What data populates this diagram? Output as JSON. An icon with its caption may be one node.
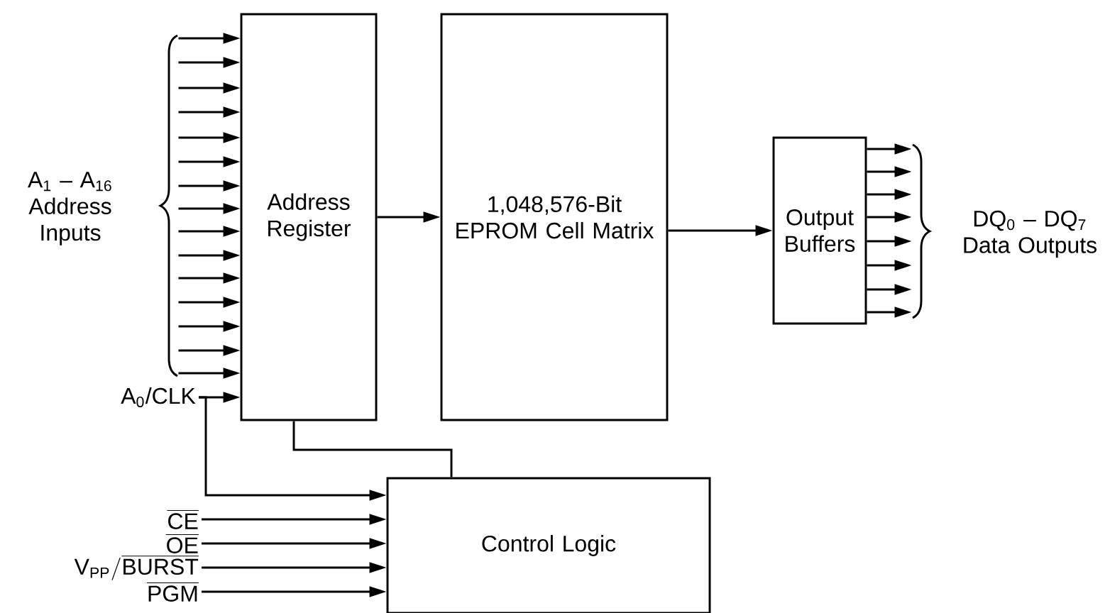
{
  "diagram": {
    "nodes": [
      {
        "text": [
          "Address Register"
        ]
      },
      {
        "text": [
          "1,048,576-Bit EPROM Cell Matrix"
        ]
      },
      {
        "text": [
          "Output Buffers"
        ]
      },
      {
        "text": [
          "Control Logic"
        ]
      },
      {
        "text": [
          "A$_{0}$/CLK"
        ]
      },
      {
        "text": [
          "\\overline{\\mathrm{CE}}"
        ]
      },
      {
        "text": [
          "\\overline{\\mathrm{OE}}"
        ]
      },
      {
        "text": [
          "\\mathrm{V_{PP}/\\overline{BURST}}"
        ]
      },
      {
        "text": [
          "\\overline{\\mathrm{PGM}}"
        ]
      },
      {
        "text": [
          "A$_{1}$ – A$_{16}$ Address Inputs"
        ]
      },
      {
        "text": [
          "DQ$_{0}$ – DQ$_{7}$ Data Outputs"
        ]
      }
    ],
    "edges": [
      {
        "from": 0,
        "to": 1,
        "arrow": "to"
      },
      {
        "from": 1,
        "to": 2,
        "arrow": "to"
      },
      {
        "from": 0,
        "to": 3,
        "arrow": "none"
      },
      {
        "from": 4,
        "to": 0,
        "arrow": "to"
      },
      {
        "from": 4,
        "to": 3,
        "arrow": "to"
      },
      {
        "from": 5,
        "to": 3,
        "arrow": "to"
      },
      {
        "from": 6,
        "to": 3,
        "arrow": "to"
      },
      {
        "from": 7,
        "to": 3,
        "arrow": "to"
      },
      {
        "from": 8,
        "to": 3,
        "arrow": "to"
      },
      {
        "from": 9,
        "to": 0,
        "arrow": "to"
      },
      {
        "from": 9,
        "to": 0,
        "arrow": "to"
      },
      {
        "from": 9,
        "to": 0,
        "arrow": "to"
      },
      {
        "from": 9,
        "to": 0,
        "arrow": "to"
      },
      {
        "from": 9,
        "to": 0,
        "arrow": "to"
      },
      {
        "from": 9,
        "to": 0,
        "arrow": "to"
      },
      {
        "from": 9,
        "to": 0,
        "arrow": "to"
      },
      {
        "from": 9,
        "to": 0,
        "arrow": "to"
      },
      {
        "from": 9,
        "to": 0,
        "arrow": "to"
      },
      {
        "from": 9,
        "to": 0,
        "arrow": "to"
      },
      {
        "from": 9,
        "to": 0,
        "arrow": "to"
      },
      {
        "from": 9,
        "to": 0,
        "arrow": "to"
      },
      {
        "from": 9,
        "to": 0,
        "arrow": "to"
      },
      {
        "from": 9,
        "to": 0,
        "arrow": "to"
      },
      {
        "from": 9,
        "to": 0,
        "arrow": "to"
      },
      {
        "from": 2,
        "to": 10,
        "arrow": "to"
      },
      {
        "from": 2,
        "to": 10,
        "arrow": "to"
      },
      {
        "from": 2,
        "to": 10,
        "arrow": "to"
      },
      {
        "from": 2,
        "to": 10,
        "arrow": "to"
      },
      {
        "from": 2,
        "to": 10,
        "arrow": "to"
      },
      {
        "from": 2,
        "to": 10,
        "arrow": "to"
      },
      {
        "from": 2,
        "to": 10,
        "arrow": "to"
      },
      {
        "from": 2,
        "to": 10,
        "arrow": "to"
      }
    ]
  }
}
